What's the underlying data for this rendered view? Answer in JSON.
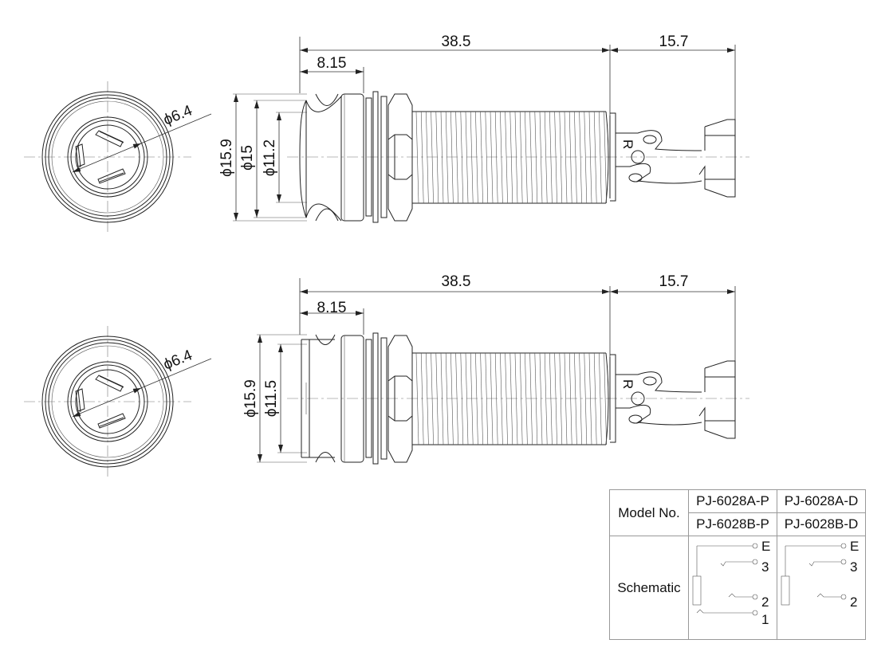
{
  "drawing_top": {
    "overall_length": "38.5",
    "terminal_length": "15.7",
    "flange_length": "8.15",
    "dia_outer": "ϕ15.9",
    "dia_flange": "ϕ15",
    "dia_inner": "ϕ11.2",
    "front_dia": "ϕ6.4",
    "terminal_mark": "R"
  },
  "drawing_bottom": {
    "overall_length": "38.5",
    "terminal_length": "15.7",
    "flange_length": "8.15",
    "dia_outer": "ϕ15.9",
    "dia_inner": "ϕ11.5",
    "front_dia": "ϕ6.4",
    "terminal_mark": "R"
  },
  "table": {
    "model_label": "Model No.",
    "schematic_label": "Schematic",
    "models": [
      [
        "PJ-6028A-P",
        "PJ-6028A-D"
      ],
      [
        "PJ-6028B-P",
        "PJ-6028B-D"
      ]
    ],
    "schematic_p_pins": [
      "E",
      "3",
      "2",
      "1"
    ],
    "schematic_d_pins": [
      "E",
      "3",
      "2"
    ]
  }
}
